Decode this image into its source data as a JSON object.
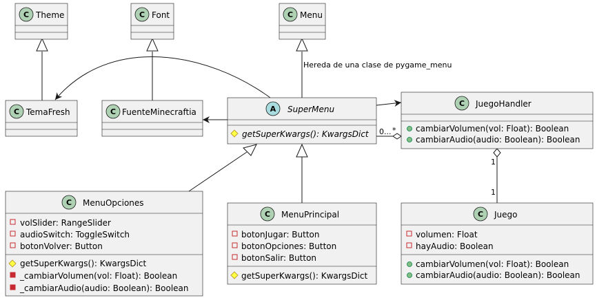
{
  "diagram": {
    "classes": {
      "theme": {
        "stereotype": "C",
        "name": "Theme"
      },
      "font": {
        "stereotype": "C",
        "name": "Font"
      },
      "menu": {
        "stereotype": "C",
        "name": "Menu"
      },
      "tema_fresh": {
        "stereotype": "C",
        "name": "TemaFresh"
      },
      "fuente_minecraftia": {
        "stereotype": "C",
        "name": "FuenteMinecraftia"
      },
      "super_menu": {
        "stereotype": "A",
        "name": "SuperMenu",
        "methods": [
          "getSuperKwargs(): KwargsDict"
        ]
      },
      "juego_handler": {
        "stereotype": "C",
        "name": "JuegoHandler",
        "methods": [
          "cambiarVolumen(vol: Float): Boolean",
          "cambiarAudio(audio: Boolean): Boolean"
        ]
      },
      "menu_opciones": {
        "stereotype": "C",
        "name": "MenuOpciones",
        "fields": [
          "volSlider: RangeSlider",
          "audioSwitch: ToggleSwitch",
          "botonVolver: Button"
        ],
        "methods": [
          "getSuperKwargs(): KwargsDict",
          "_cambiarVolumen(vol: Float): Boolean",
          "_cambiarAudio(audio: Boolean): Boolean"
        ]
      },
      "menu_principal": {
        "stereotype": "C",
        "name": "MenuPrincipal",
        "fields": [
          "botonJugar: Button",
          "botonOpciones: Button",
          "botonSalir: Button"
        ],
        "methods": [
          "getSuperKwargs(): KwargsDict"
        ]
      },
      "juego": {
        "stereotype": "C",
        "name": "Juego",
        "fields": [
          "volumen: Float",
          "hayAudio: Boolean"
        ],
        "methods": [
          "cambiarVolumen(vol: Float): Boolean",
          "cambiarAudio(audio: Boolean): Boolean"
        ]
      }
    },
    "relations": {
      "menu_note": "Hereda de una clase de pygame_menu",
      "aggr_start": "0...",
      "aggr_end": "*",
      "handler_multiplicity": "1",
      "juego_multiplicity": "1"
    }
  },
  "colors": {
    "class_badge": "#add1b2",
    "abstract_badge": "#a9dcdf",
    "private_marker": "#c82930",
    "protected_marker": "#ffff44",
    "public_marker": "#84be84"
  }
}
